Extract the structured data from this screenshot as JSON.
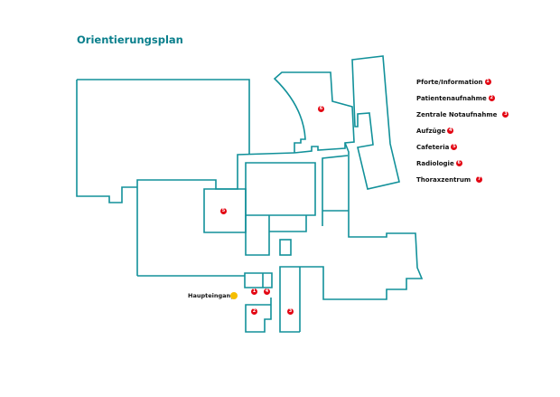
{
  "title": "Orientierungsplan",
  "legend": [
    {
      "label": "Pforte/Information",
      "number": "1"
    },
    {
      "label": "Patientenaufnahme",
      "number": "2"
    },
    {
      "label": "Zentrale Notaufnahme",
      "number": "3"
    },
    {
      "label": "Aufzüge",
      "number": "4"
    },
    {
      "label": "Cafeteria",
      "number": "5"
    },
    {
      "label": "Radiologie",
      "number": "6"
    },
    {
      "label": "Thoraxzentrum",
      "number": "7"
    }
  ],
  "entrance": {
    "label": "Haupteingang"
  },
  "map_markers": [
    "1",
    "4",
    "2",
    "3",
    "5",
    "6"
  ],
  "colors": {
    "walls": "#12919a",
    "marker": "#e30613",
    "entrance": "#f5be00",
    "title": "#0a7f8c"
  }
}
